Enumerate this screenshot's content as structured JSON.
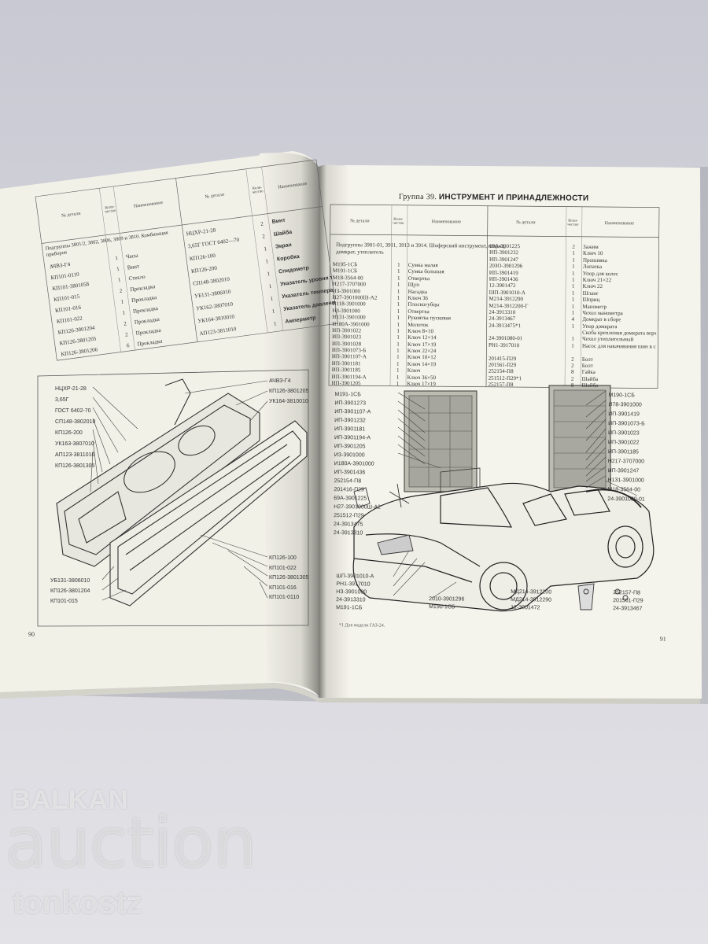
{
  "right_page": {
    "group_prefix": "Группа 39.",
    "group_title": "ИНСТРУМЕНТ И ПРИНАДЛЕЖНОСТИ",
    "headers": [
      "№ детали",
      "Коли-чество",
      "Наименование",
      "№ детали",
      "Коли-чество",
      "Наименование"
    ],
    "subgroup": "Подгруппы 3901-01, 3911, 3913 и 3914. Шоферский инструмент, шприц, домкрат, утеплитель",
    "left_parts": [
      "М195-1СБ",
      "М191-1СБ",
      "М18-3564-00",
      "Н217-3707000",
      "ИЗ-3901000",
      "Н27-3901000Ш-А2",
      "И118-3901000",
      "НЗ-3901000",
      "Н131-3901000",
      "И180А-3901000",
      "ИП-3901022",
      "ИП-3901023",
      "ИП-3901028",
      "ИП-3901073-Б",
      "ИП-3901107-А",
      "ИП-3901181",
      "ИП-3901185",
      "ИП-3901194-А",
      "ИП-3901205"
    ],
    "left_qty": [
      "1",
      "1",
      "1",
      "1",
      "1",
      "1",
      "1",
      "1",
      "1",
      "1",
      "1",
      "1",
      "1",
      "1",
      "1",
      "1",
      "1",
      "1",
      "1"
    ],
    "left_names": [
      "Сумка малая",
      "Сумка большая",
      "Отвертка",
      "Щуп",
      "Насадка",
      "Ключ 36",
      "Плоскогубцы",
      "Отвертка",
      "Рукоятка пусковая",
      "Молоток",
      "Ключ 8×10",
      "Ключ 12×14",
      "Ключ 17×19",
      "Ключ 22×24",
      "Ключ 10×12",
      "Ключ 14×19",
      "Ключ",
      "Ключ 36×50",
      "Ключ 17×19"
    ],
    "right_parts": [
      "69А-3901225",
      "ИП-3901232",
      "ИП-3901247",
      "20ЗО-3901296",
      "ИП-3901419",
      "ИП-3901436",
      "12-3901472",
      "ШП-3901010-А",
      "М214-3912290",
      "М214-3912200-Г",
      "24-3913310",
      "24-3913467",
      "24-3913475*1",
      "",
      "24-3901080-01",
      "РН1-3917010",
      "",
      "201415-П29",
      "201561-П29",
      "252154-П8",
      "251512-П29*1",
      "252157-П8"
    ],
    "right_qty": [
      "2",
      "1",
      "1",
      "1",
      "1",
      "1",
      "1",
      "1",
      "1",
      "1",
      "1",
      "4",
      "1",
      "",
      "1",
      "1",
      "",
      "2",
      "2",
      "8",
      "2",
      "8"
    ],
    "right_names": [
      "Зажим",
      "Ключ 10",
      "Прошивка",
      "Лопатка",
      "Упор для колес",
      "Ключ 21×22",
      "Ключ 22",
      "Шланг",
      "Шприц",
      "Манометр",
      "Чехол манометра",
      "Домкрат в сборе",
      "Упор домкрата",
      "Скоба крепления домкрата верхняя",
      "Чехол утеплительный",
      "Насос для накачивания шин в сборе",
      "",
      "Болт",
      "Болт",
      "Гайка",
      "Шайба",
      "Шайба"
    ],
    "fig_labels_left": [
      "М191-1СБ",
      "ИП-3901273",
      "ИП-3901107-А",
      "ИП-3901232",
      "ИП-3901181",
      "ИП-3901194-А",
      "ИП-3901205",
      "ИЗ-3901000",
      "И180А-3901000",
      "ИП-3901436",
      "252154-П8",
      "201416-П29",
      "69А-3901225",
      "Н27-3901000Ш-А2",
      "251512-П29",
      "24-3913475",
      "24-3913310"
    ],
    "fig_labels_right": [
      "М190-1СБ",
      "И78-3901000",
      "ИП-3901419",
      "ИП-3901073-Б",
      "ИП-3901023",
      "ИП-3901022",
      "ИП-3901185",
      "Н217-3707000",
      "ИП-3901247",
      "Н131-3901000",
      "М18-3564-00",
      "24-3901080-01"
    ],
    "fig_labels_bottom_left": [
      "ШП-3901010-А",
      "РН1-3917010",
      "НЗ-3901000",
      "24-3913310",
      "М191-1СБ"
    ],
    "fig_labels_bottom_mid": [
      "2010-3901296",
      "М190-1СБ"
    ],
    "fig_labels_bottom_r1": [
      "МД214-3912200",
      "МД214-3912290",
      "12-3901472"
    ],
    "fig_labels_bottom_r2": [
      "252157-П8",
      "201561-П29",
      "24-3913467"
    ],
    "footnote": "*1 Для модели ГАЗ-24.",
    "page_number": "91"
  },
  "left_page": {
    "headers": [
      "№ детали",
      "Коли-чество",
      "Наименование",
      "№ детали",
      "Коли-чество",
      "Наименование"
    ],
    "subgroup": "Подгруппы 3801/2, 3802, 3806, 3809 и 3810. Комбинация приборов",
    "left_parts": [
      "АЧВЗ-Г4",
      "КП101-0110",
      "КП101-3801058",
      "КП101-015",
      "КП101-016",
      "КП101-022",
      "КП126-3801204",
      "КП126-3801205",
      "КП126-3801206"
    ],
    "left_qty": [
      "1",
      "1",
      "1",
      "2",
      "1",
      "1",
      "2",
      "2",
      "6"
    ],
    "left_names": [
      "Часы",
      "Винт",
      "Стекло",
      "Прокладка",
      "Прокладка",
      "Прокладка",
      "Прокладка",
      "Прокладка",
      "Прокладка"
    ],
    "right_parts": [
      "НЦХР-21-28",
      "3,65Г ГОСТ 6402—70",
      "КП126-100",
      "КП126-200",
      "СП148-3802010",
      "УБ131-3806010",
      "УК162-3807010",
      "УК164-3810010",
      "АП123-3811010"
    ],
    "right_qty": [
      "2",
      "2",
      "1",
      "1",
      "1",
      "1",
      "1",
      "1",
      "1"
    ],
    "right_names": [
      "Винт",
      "Шайба",
      "Экран",
      "Коробка",
      "Спидометр",
      "Указатель уровня топлива",
      "Указатель температуры воды",
      "Указатель давления масла",
      "Амперметр"
    ],
    "fig_labels_left": [
      "НЦХР-21-28",
      "3,65Г",
      "ГОСТ 6402-70",
      "СП148-3802010",
      "КП126-200",
      "УК163-3807010",
      "АП123-3811010",
      "КП126-3801305"
    ],
    "fig_labels_right": [
      "АЧВЗ-Г4",
      "КП126-3801205",
      "УК164-3810010"
    ],
    "fig_labels_bottom_right": [
      "КП126-100",
      "КП101-022",
      "КП126-3801305",
      "КП101-016",
      "КП101-0110"
    ],
    "fig_labels_bottom_left": [
      "УБ131-3806010",
      "КП126-3801204",
      "КП101-015"
    ],
    "page_number": "90"
  },
  "watermark": {
    "line1": "BALKAN",
    "line2": "auction",
    "line3": "tonkostz"
  }
}
